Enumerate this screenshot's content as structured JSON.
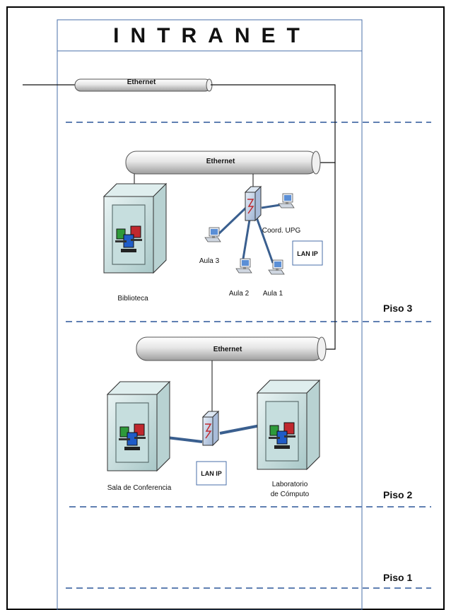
{
  "title": "INTRANET",
  "ethernet": {
    "label_top": "Ethernet",
    "label_floor3": "Ethernet",
    "label_floor2": "Ethernet"
  },
  "floors": {
    "piso3": "Piso 3",
    "piso2": "Piso 2",
    "piso1": "Piso 1"
  },
  "nodes": {
    "biblioteca": "Biblioteca",
    "aula3": "Aula 3",
    "aula2": "Aula 2",
    "aula1": "Aula 1",
    "coord": "Coord. UPG",
    "lanip3": "LAN IP",
    "sala": "Sala de Conferencia",
    "lab_line1": "Laboratorio",
    "lab_line2": "de Cómputo",
    "lanip2": "LAN IP"
  },
  "colors": {
    "line": "#3a5f8f",
    "dash": "#4a6fa8",
    "pipe": "#d8d8d8",
    "room": "#cfe3e3",
    "switch": "#c7d6ea",
    "red": "#c0282e",
    "blue": "#1f5cc8",
    "green": "#2e9a3a"
  }
}
